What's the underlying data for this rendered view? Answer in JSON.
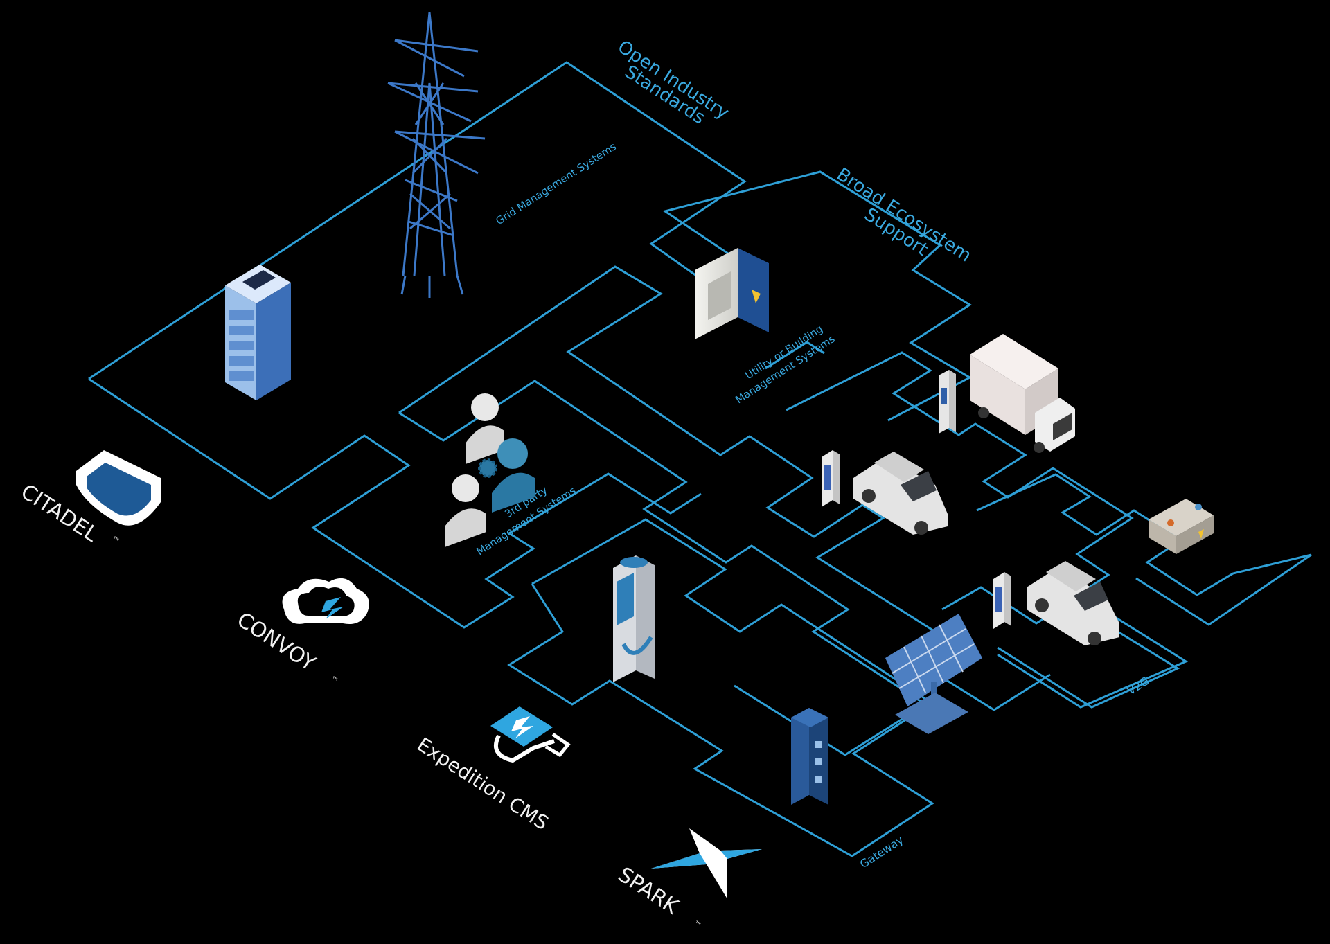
{
  "diagram": {
    "labels": {
      "open_standards_1": "Open Industry",
      "open_standards_2": "Standards",
      "broad_ecosystem_1": "Broad Ecosystem",
      "broad_ecosystem_2": "Support",
      "grid_mgmt": "Grid Management Systems",
      "utility_1": "Utility or Building",
      "utility_2": "Management Systems",
      "third_party_1": "3rd party",
      "third_party_2": "Management Systems",
      "v2g": "V2G",
      "gateway": "Gateway"
    },
    "products": {
      "citadel": "CITADEL",
      "convoy": "CONVOY",
      "expedition": "Expedition CMS",
      "spark": "SPARK",
      "tm": "™"
    },
    "colors": {
      "accent": "#2e9fd6",
      "background": "#000000",
      "text_white": "#f2f2f2"
    },
    "icons": [
      "server-rack-icon",
      "power-tower-icon",
      "electrical-panel-icon",
      "users-gear-icon",
      "ev-charger-icon",
      "truck-icon",
      "car-icon",
      "battery-icon",
      "solar-panel-icon",
      "gateway-device-icon",
      "citadel-shield-icon",
      "convoy-cloud-icon",
      "expedition-plug-icon",
      "spark-star-icon"
    ]
  }
}
